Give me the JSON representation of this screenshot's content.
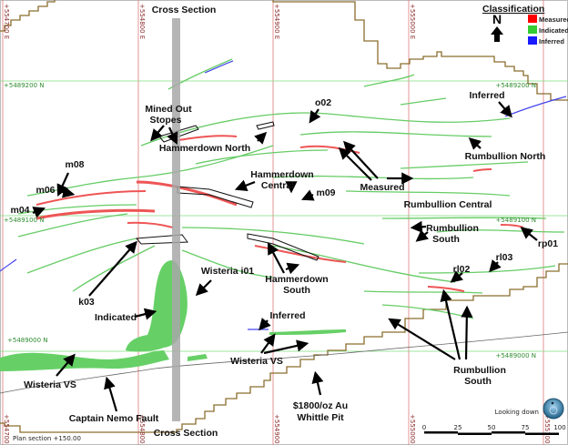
{
  "view": {
    "plan_section": "Plan section +150.00",
    "looking": "Looking down"
  },
  "grid": {
    "eastings": [
      "+554700 E",
      "+554800 E",
      "+554900 E",
      "+555000 E",
      "+555100 E"
    ],
    "northings": [
      "+5489200 N",
      "+5489100 N",
      "+5489000 N"
    ]
  },
  "legend": {
    "title": "Classification",
    "items": [
      {
        "label": "Measured",
        "color": "#ff0000"
      },
      {
        "label": "Indicated",
        "color": "#33cc33"
      },
      {
        "label": "Inferred",
        "color": "#1a1aff"
      }
    ]
  },
  "north_arrow": "N",
  "scale_bar": {
    "ticks": [
      "0",
      "25",
      "50",
      "75",
      "100"
    ]
  },
  "labels": {
    "cross_section_top": "Cross Section",
    "cross_section_bottom": "Cross Section",
    "mined_out_1": "Mined Out",
    "mined_out_2": "Stopes",
    "hammerdown_north": "Hammerdown North",
    "hammerdown_central_1": "Hammerdown",
    "hammerdown_central_2": "Central",
    "o02": "o02",
    "inferred_top": "Inferred",
    "rumbullion_north": "Rumbullion North",
    "m08": "m08",
    "m06": "m06",
    "m09": "m09",
    "m04": "m04",
    "measured": "Measured",
    "rumbullion_central": "Rumbullion Central",
    "rumbullion_south_1a": "Rumbullion",
    "rumbullion_south_1b": "South",
    "rp01": "rp01",
    "rl03": "rl03",
    "rl02": "rl02",
    "wisteria_i01": "Wisteria i01",
    "k03": "k03",
    "hammerdown_south_1": "Hammerdown",
    "hammerdown_south_2": "South",
    "indicated": "Indicated",
    "inferred_mid": "Inferred",
    "rumbullion_south_2a": "Rumbullion",
    "rumbullion_south_2b": "South",
    "wisteria_vs_mid": "Wisteria VS",
    "wisteria_vs_left": "Wisteria VS",
    "pit_1": "$1800/oz Au",
    "pit_2": "Whittle Pit",
    "captain_nemo": "Captain Nemo Fault"
  }
}
